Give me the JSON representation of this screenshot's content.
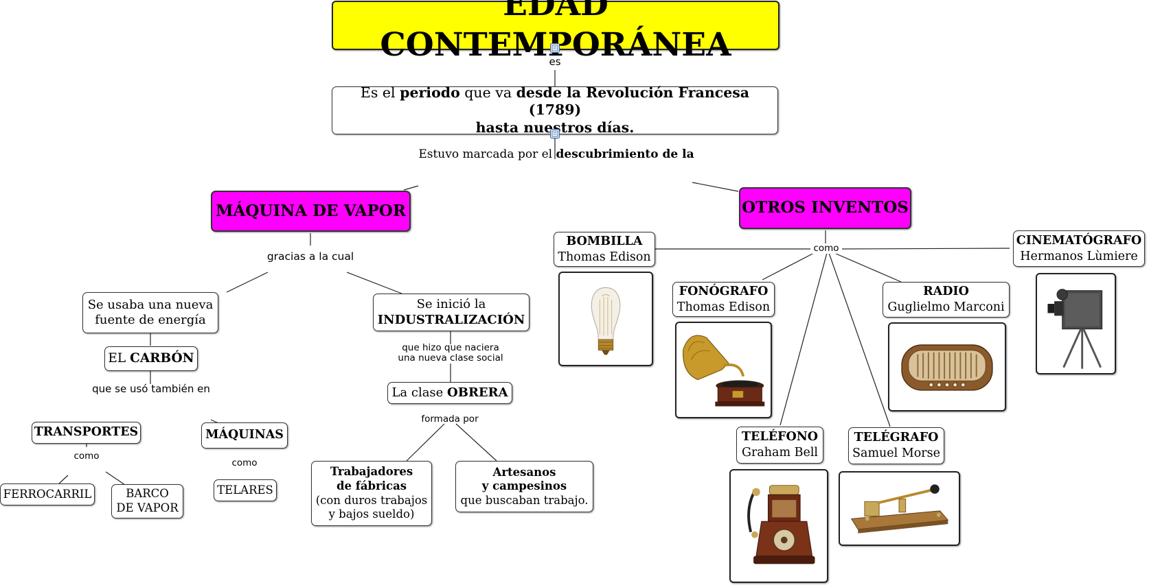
{
  "root": {
    "title": "EDAD CONTEMPORÁNEA"
  },
  "links": {
    "es": "es",
    "estuvo_pre": "Estuvo marcada por el ",
    "estuvo_bold": "descubrimiento de la",
    "gracias": "gracias a la cual",
    "que_se_uso": "que se usó también en",
    "como": "como",
    "que_hizo_1": "que hizo que naciera",
    "que_hizo_2": "una nueva clase social",
    "formada_por": "formada por"
  },
  "definition": {
    "p1": "Es el ",
    "b1": "periodo",
    "p2": " que va ",
    "b2": "desde la Revolución Francesa (1789)",
    "b3": "hasta nuestros días."
  },
  "vapor": {
    "title": "MÁQUINA DE VAPOR",
    "energia_1": "Se usaba una nueva",
    "energia_2": "fuente de energía",
    "carbon_pre": "EL ",
    "carbon_bold": "CARBÓN",
    "transportes": "TRANSPORTES",
    "maquinas": "MÁQUINAS",
    "ferrocarril": "FERROCARRIL",
    "barco_1": "BARCO",
    "barco_2": "DE VAPOR",
    "telares": "TELARES",
    "inicio_1": "Se inició la",
    "inicio_2": "INDUSTRALIZACIÓN",
    "obrera_pre": "La clase ",
    "obrera_bold": "OBRERA",
    "trab_1": "Trabajadores",
    "trab_2": "de fábricas",
    "trab_3": "(con duros trabajos",
    "trab_4": "y bajos sueldo)",
    "art_1": "Artesanos",
    "art_2": "y campesinos",
    "art_3": "que buscaban trabajo."
  },
  "otros": {
    "title": "OTROS INVENTOS",
    "como": "como",
    "inventos": [
      {
        "name": "BOMBILLA",
        "inventor": "Thomas Edison",
        "icon": "light-bulb-icon"
      },
      {
        "name": "FONÓGRAFO",
        "inventor": "Thomas Edison",
        "icon": "gramophone-icon"
      },
      {
        "name": "RADIO",
        "inventor": "Guglielmo Marconi",
        "icon": "radio-icon"
      },
      {
        "name": "CINEMATÓGRAFO",
        "inventor": "Hermanos Lùmiere",
        "icon": "film-camera-icon"
      },
      {
        "name": "TELÉFONO",
        "inventor": "Graham Bell",
        "icon": "telephone-icon"
      },
      {
        "name": "TELÉGRAFO",
        "inventor": "Samuel Morse",
        "icon": "telegraph-icon"
      }
    ]
  },
  "colors": {
    "root": "#ffff00",
    "main_topics": "#ff00ff"
  }
}
